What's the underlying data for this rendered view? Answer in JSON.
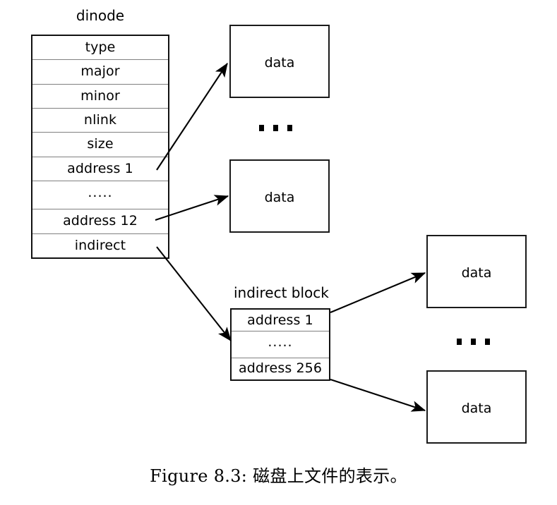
{
  "figure": {
    "caption": "Figure 8.3: 磁盘上文件的表示。",
    "dinode": {
      "title": "dinode",
      "rows": [
        "type",
        "major",
        "minor",
        "nlink",
        "size",
        "address 1",
        ".....",
        "address 12",
        "indirect"
      ]
    },
    "indirect_block": {
      "title": "indirect block",
      "rows": [
        "address 1",
        ".....",
        "address 256"
      ]
    },
    "data_blocks": {
      "direct_first": "data",
      "direct_last": "data",
      "indirect_first": "data",
      "indirect_last": "data"
    },
    "ellipsis": {
      "direct": "...",
      "indirect": "..."
    },
    "colors": {
      "outline": "#111111",
      "divider": "#808080",
      "background": "#ffffff",
      "text": "#000000"
    }
  }
}
